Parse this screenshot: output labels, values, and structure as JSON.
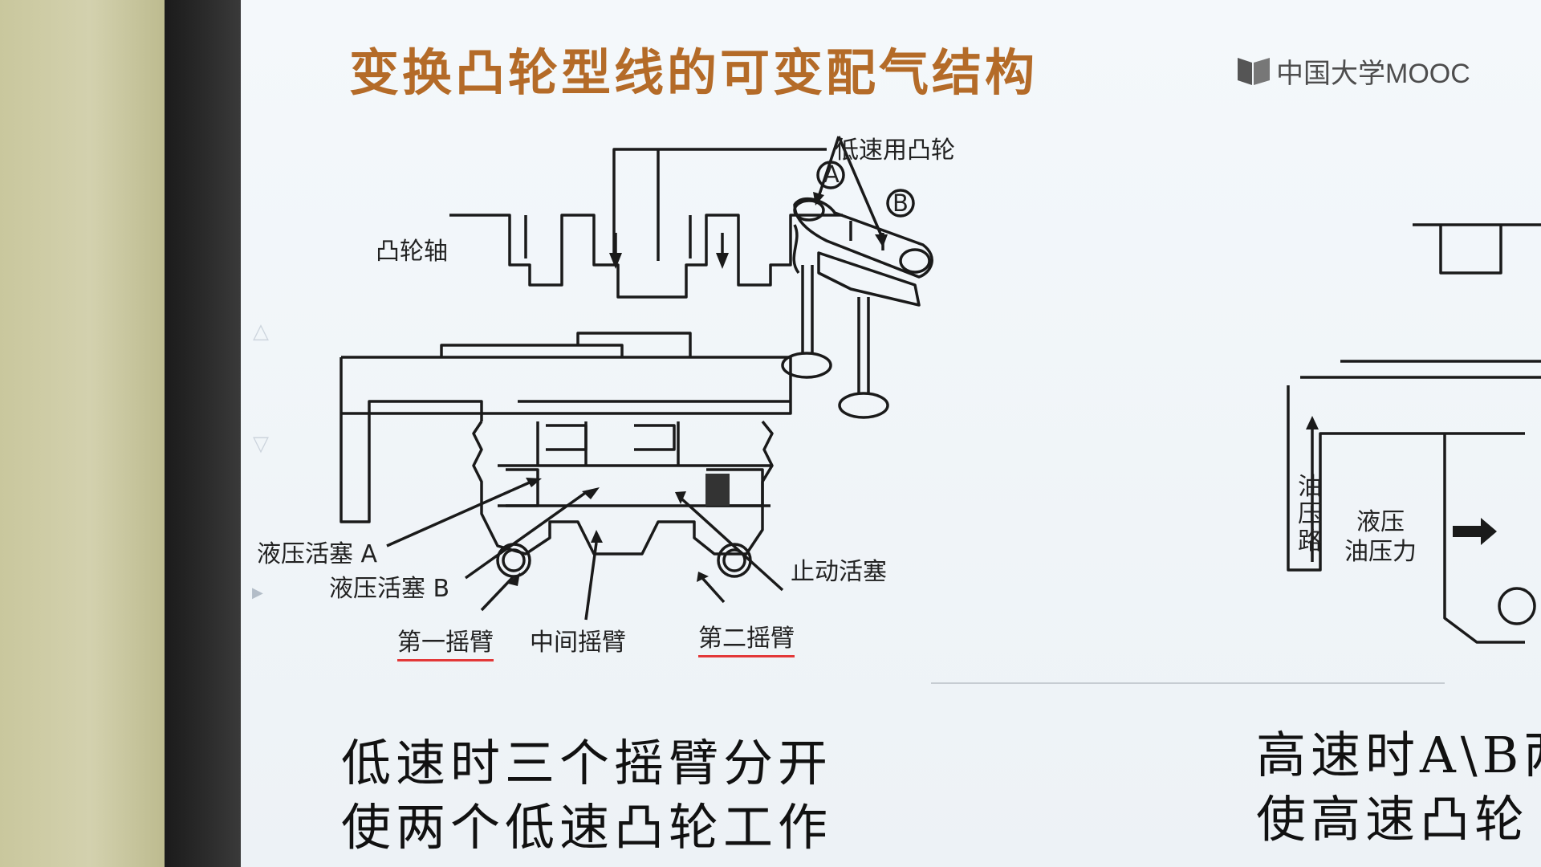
{
  "slide": {
    "title": "变换凸轮型线的可变配气结构",
    "brand": "中国大学MOOC",
    "labels": {
      "low_speed_cam": "低速用凸轮",
      "camshaft": "凸轮轴",
      "circle_a": "A",
      "circle_b": "B",
      "piston_a": "液压活塞 A",
      "piston_b": "液压活塞 B",
      "stop_piston": "止动活塞",
      "first_rocker": "第一摇臂",
      "middle_rocker": "中间摇臂",
      "second_rocker": "第二摇臂",
      "oil_path": "油压路",
      "hydraulic": "液压",
      "oil_pressure": "油压力"
    },
    "captions": {
      "left_line1": "低速时三个摇臂分开",
      "left_line2": "使两个低速凸轮工作",
      "right_line1": "高速时A\\B两",
      "right_line2": "使高速凸轮"
    }
  },
  "controls": {
    "up_icon": "△",
    "page_indicator": "",
    "down_icon": "▽",
    "play_icon": "▶"
  },
  "colors": {
    "title": "#b46b28",
    "underline": "#e33838",
    "ink": "#222222",
    "screen_bg": "#f1f5f8"
  }
}
